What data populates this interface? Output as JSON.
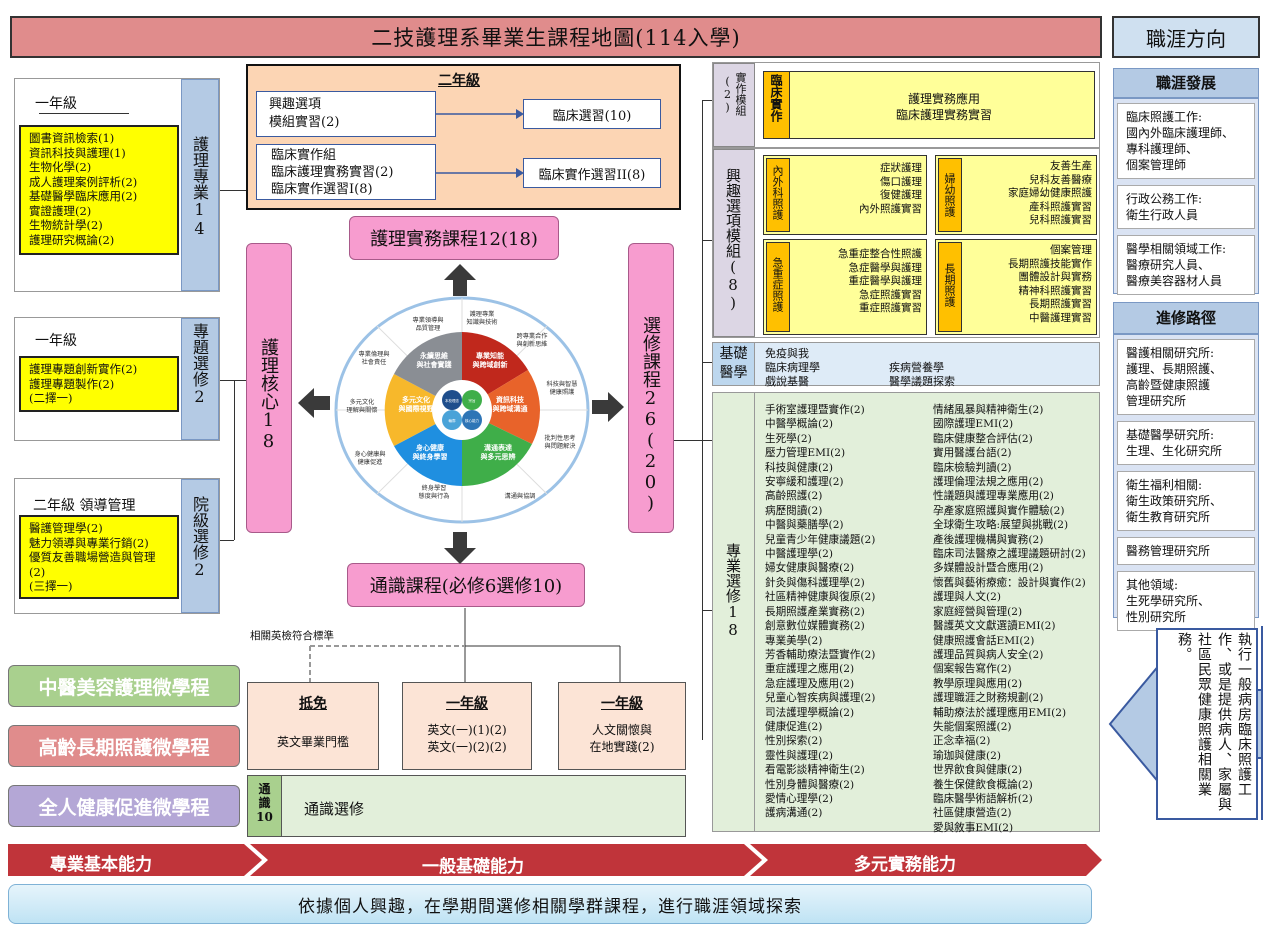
{
  "title": "二技護理系畢業生課程地圖(114入學)",
  "career_header": "職涯方向",
  "left": {
    "box1": {
      "year": "一年級",
      "courses": [
        "圖書資訊檢索(1)",
        "資訊科技與護理(1)",
        "生物化學(2)",
        "成人護理案例評析(2)",
        "基礎醫學臨床應用(2)",
        "實證護理(2)",
        "生物統計學(2)",
        "護理研究概論(2)"
      ],
      "side": "護理專業14"
    },
    "box2": {
      "year": "一年級",
      "courses": [
        "護理專題創新實作(2)",
        "護理專題製作(2)",
        "(二擇一)"
      ],
      "side": "專題選修2"
    },
    "box3": {
      "year": "二年級 領導管理",
      "courses": [
        "醫護管理學(2)",
        "魅力領導與專業行銷(2)",
        "優質友善職場營造與管理(2)",
        "(三擇一)"
      ],
      "side": "院級選修2"
    }
  },
  "top": {
    "year": "二年級",
    "b1": [
      "興趣選項",
      "模組實習(2)"
    ],
    "b1r": "臨床選習(10)",
    "b2": [
      "臨床實作組",
      "臨床護理實務實習(2)",
      "臨床實作選習I(8)"
    ],
    "b2r": "臨床實作選習II(8)"
  },
  "center": {
    "practice": "護理實務課程12(18)",
    "core": "護理核心18",
    "elective": "選修課程26(20)",
    "general": "通識課程(必修6選修10)",
    "wheel": {
      "center": [
        "永續思維",
        "與社會實踐",
        "專業知能",
        "與跨域創新",
        "資訊科技",
        "與跨域溝通",
        "溝通表達",
        "與多元思辨",
        "身心健康",
        "與終身學習",
        "多元文化",
        "與國際視野"
      ],
      "mini": [
        "本校理念",
        "宗旨",
        "輪廓",
        "核心能力"
      ],
      "outer": [
        "護理專業",
        "知識與技術",
        "跨專業合作",
        "與創新思維",
        "科技與智慧",
        "健康照護",
        "批判性思考",
        "與問題解決",
        "溝通與協調",
        "終身學習",
        "態度與行為",
        "身心健康與",
        "健康促進",
        "多元文化",
        "理解與關懷",
        "專業倫理與",
        "社會責任",
        "專業領導與",
        "品質管理"
      ]
    }
  },
  "bottom": {
    "eng_note": "相關英檢符合標準",
    "exempt": {
      "title": "抵免",
      "body": "英文畢業門檻"
    },
    "eng": {
      "title": "一年級",
      "lines": [
        "英文(一)(1)(2)",
        "英文(一)(2)(2)"
      ]
    },
    "hum": {
      "title": "一年級",
      "lines": [
        "人文關懷與",
        "在地實踐(2)"
      ]
    },
    "ge_label": [
      "通",
      "識",
      "10"
    ],
    "ge_text": "通識選修"
  },
  "micro": [
    "中醫美容護理微學程",
    "高齡長期照護微學程",
    "全人健康促進微學程"
  ],
  "arrows": [
    "專業基本能力",
    "一般基礎能力",
    "多元實務能力"
  ],
  "footer": "依據個人興趣，在學期間選修相關學群課程，進行職涯領域探索",
  "right": {
    "practice": {
      "label": "實作模組(2)",
      "tag": "臨床實作",
      "lines": [
        "護理實務應用",
        "臨床護理實務實習"
      ]
    },
    "interest": {
      "label": "興趣選項模組(8)",
      "m1": {
        "tag": "內外科照護",
        "items": [
          "症狀護理",
          "傷口護理",
          "復健護理",
          "內外照護實習"
        ]
      },
      "m2": {
        "tag": "婦幼照護",
        "items": [
          "友善生產",
          "兒科友善醫療",
          "家庭婦幼健康照護",
          "產科照護實習",
          "兒科照護實習"
        ]
      },
      "m3": {
        "tag": "急重症照護",
        "items": [
          "急重症整合性照護",
          "急症醫學與護理",
          "重症醫學與護理",
          "急症照護實習",
          "重症照護實習"
        ]
      },
      "m4": {
        "tag": "長期照護",
        "items": [
          "個案管理",
          "長期照護技能實作",
          "團體設計與實務",
          "精神科照護實習",
          "長期照護實習",
          "中醫護理實習"
        ]
      }
    },
    "basic": {
      "label": "基礎醫學",
      "lines": [
        "免疫與我",
        "臨床病理學",
        "疾病營養學",
        "戲說基醫",
        "醫學議題探索"
      ]
    },
    "pro": {
      "label": "專業選修18",
      "col1": [
        "手術室護理暨實作(2)",
        "中醫學概論(2)",
        "生死學(2)",
        "壓力管理EMI(2)",
        "科技與健康(2)",
        "安寧緩和護理(2)",
        "高齡照護(2)",
        "病歷閱讀(2)",
        "中醫與藥膳學(2)",
        "兒童青少年健康議題(2)",
        "中醫護理學(2)",
        "婦女健康與醫療(2)",
        "針灸與傷科護理學(2)",
        "社區精神健康與復原(2)",
        "長期照護產業實務(2)",
        "創意數位媒體實務(2)",
        "專業美學(2)",
        "芳香輔助療法暨實作(2)",
        "重症護理之應用(2)",
        "急症護理及應用(2)",
        "兒童心智疾病與護理(2)",
        "司法護理學概論(2)",
        "健康促進(2)",
        "性別探索(2)",
        "靈性與護理(2)",
        "看電影談精神衛生(2)",
        "性別身體與醫療(2)",
        "愛情心理學(2)",
        "護病溝通(2)"
      ],
      "col2": [
        "情緒風暴與精神衛生(2)",
        "國際護理EMI(2)",
        "臨床健康整合評估(2)",
        "實用醫護台語(2)",
        "臨床檢驗判讀(2)",
        "護理倫理法規之應用(2)",
        "性議題與護理專業應用(2)",
        "孕產家庭照護與實作體驗(2)",
        "全球衛生攻略:展望與挑戰(2)",
        "產後護理機構與實務(2)",
        "臨床司法醫療之護理議題研討(2)",
        "多媒體設計暨合應用(2)",
        "懷舊與藝術療癒：設計與實作(2)",
        "護理與人文(2)",
        "家庭經營與管理(2)",
        "醫護英文文獻選讀EMI(2)",
        "健康照護會話EMI(2)",
        "護理品質與病人安全(2)",
        "個案報告寫作(2)",
        "教學原理與應用(2)",
        "護理職涯之財務規劃(2)",
        "輔助療法於護理應用EMI(2)",
        "失能個案照護(2)",
        "正念幸福(2)",
        "瑜珈與健康(2)",
        "世界飲食與健康(2)",
        "養生保健飲食概論(2)",
        "臨床醫學術語解析(2)",
        "社區健康營造(2)",
        "愛與敘事EMI(2)"
      ]
    }
  },
  "career": {
    "dev_title": "職涯發展",
    "dev": [
      [
        "臨床照護工作:",
        "國內外臨床護理師、",
        "專科護理師、",
        "個案管理師"
      ],
      [
        "行政公務工作:",
        "衛生行政人員"
      ],
      [
        "醫學相關領域工作:",
        "醫療研究人員、",
        "醫療美容器材人員"
      ]
    ],
    "adv_title": "進修路徑",
    "adv": [
      [
        "醫護相關研究所:",
        "護理、長期照護、",
        "高齡暨健康照護",
        "管理研究所"
      ],
      [
        "基礎醫學研究所:",
        "生理、生化研究所"
      ],
      [
        "衛生福利相關:",
        "衛生政策研究所、",
        "衛生教育研究所"
      ],
      [
        "醫務管理研究所"
      ],
      [
        "其他領域:",
        "生死學研究所、",
        "性別研究所"
      ]
    ],
    "arrow_text": "執行一般病房臨床照護工作、或是提供病人、家屬與社區民眾健康照護相關業務。"
  }
}
